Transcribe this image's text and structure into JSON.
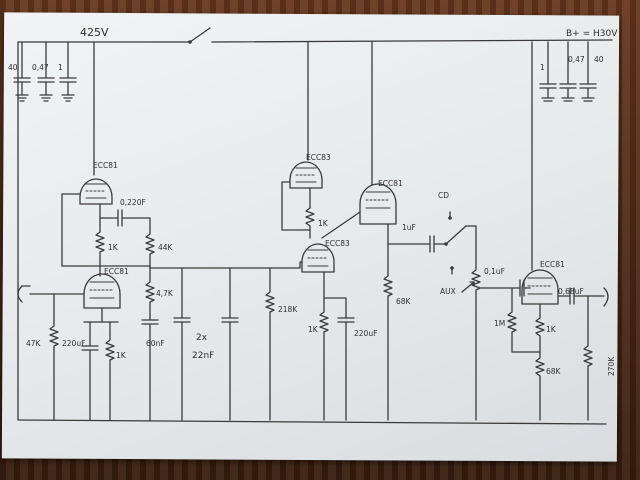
{
  "supply": {
    "voltage": "425V",
    "bplus": "B+ = H30V"
  },
  "left_caps": [
    "40",
    "0,47",
    "1"
  ],
  "right_caps": [
    "1",
    "0,47",
    "40"
  ],
  "tubes": {
    "v1_top": "ECC81",
    "v1_bottom": "ECC81",
    "v2_top": "ECC83",
    "v2_bottom": "ECC83",
    "v3": "ECC81",
    "v4": "ECC81"
  },
  "components": {
    "coupling_cap": "0,220F",
    "r_plate_1k": "1K",
    "r_44k": "44K",
    "r_47k": "47K",
    "cap_220uf_left": "220uF",
    "r_cathode_1k": "1K",
    "r_4_7k": "4,7K",
    "cap_60nf": "60nF",
    "cap_2x": "2x",
    "cap_22nf": "22nF",
    "r_218k": "218K",
    "r_v2_1k_top": "1K",
    "r_v2_1k_bottom": "1K",
    "cap_220uf_mid": "220uF",
    "cap_1uf": "1uF",
    "r_68k_mid": "68K",
    "sw_cd": "CD",
    "sw_aux": "AUX",
    "cap_0_1uf": "0,1uF",
    "r_1m": "1M",
    "r_v4_1k": "1K",
    "r_v4_68k": "68K",
    "cap_0_68uf": "0,68uF",
    "r_270k": "270K"
  }
}
